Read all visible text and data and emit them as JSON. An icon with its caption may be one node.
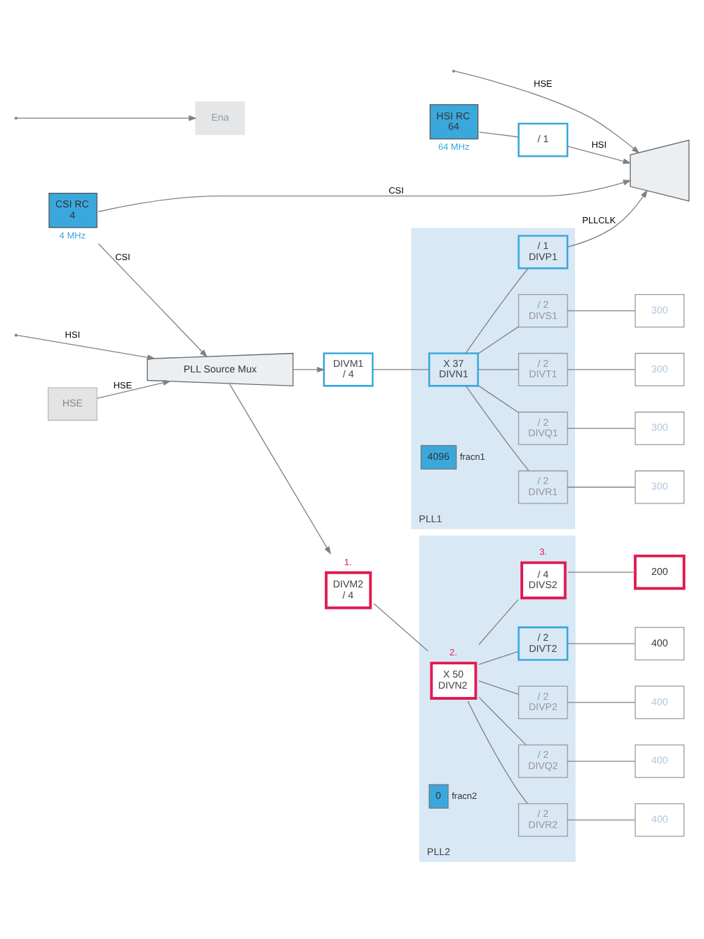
{
  "diagram": {
    "nodes": [
      {
        "text": [
          "HSI RC",
          "64"
        ],
        "beside": [
          "64 MHz"
        ]
      },
      {
        "text": [
          "/ 1"
        ]
      },
      {
        "text": [
          "CSI RC",
          "4"
        ],
        "beside": [
          "4 MHz"
        ]
      },
      {
        "text": [
          "HSE"
        ]
      },
      {
        "text": [
          "PLL Source Mux"
        ]
      },
      {
        "text": [],
        "shape": "trapezoid"
      },
      {
        "text": [
          "Ena"
        ]
      },
      {
        "text": [
          "PLL1"
        ]
      },
      {
        "text": [
          "DIVM1",
          "/ 4"
        ]
      },
      {
        "text": [
          "X 37",
          "DIVN1"
        ],
        "in": 7
      },
      {
        "text": [
          "4096"
        ],
        "beside": [
          "fracn1"
        ],
        "in": 7
      },
      {
        "text": [
          "/ 1",
          "DIVP1"
        ],
        "in": 7
      },
      {
        "text": [
          "/ 2",
          "DIVQ1"
        ],
        "in": 7
      },
      {
        "text": [
          "300"
        ]
      },
      {
        "text": [
          "/ 2",
          "DIVR1"
        ],
        "in": 7
      },
      {
        "text": [
          "300"
        ]
      },
      {
        "text": [
          "/ 2",
          "DIVS1"
        ],
        "in": 7
      },
      {
        "text": [
          "300"
        ]
      },
      {
        "text": [
          "/ 2",
          "DIVT1"
        ],
        "in": 7
      },
      {
        "text": [
          "300"
        ]
      },
      {
        "text": [
          "PLL2"
        ]
      },
      {
        "text": [
          "DIVM2",
          "/ 4"
        ],
        "beside": [
          "1."
        ]
      },
      {
        "text": [
          "X 50",
          "DIVN2"
        ],
        "beside": [
          "2."
        ],
        "in": 20
      },
      {
        "text": [
          "0"
        ],
        "beside": [
          "fracn2"
        ],
        "in": 20
      },
      {
        "text": [
          "/ 2",
          "DIVP2"
        ],
        "in": 20
      },
      {
        "text": [
          "400"
        ]
      },
      {
        "text": [
          "/ 2",
          "DIVQ2"
        ],
        "in": 20
      },
      {
        "text": [
          "400"
        ]
      },
      {
        "text": [
          "/ 2",
          "DIVR2"
        ],
        "in": 20
      },
      {
        "text": [
          "400"
        ]
      },
      {
        "text": [
          "/ 4",
          "DIVS2"
        ],
        "beside": [
          "3."
        ],
        "in": 20
      },
      {
        "text": [
          "200"
        ]
      },
      {
        "text": [
          "/ 2",
          "DIVT2"
        ],
        "in": 20
      },
      {
        "text": [
          "400"
        ]
      }
    ],
    "edges": [
      {
        "from": 0,
        "to": 1,
        "arrow": "none"
      },
      {
        "from": 1,
        "to": 5,
        "arrow": "to",
        "label": "HSI"
      },
      {
        "from": 2,
        "to": 5,
        "arrow": "to",
        "label": "CSI"
      },
      {
        "from": null,
        "to": 5,
        "arrow": "to",
        "label": "HSE"
      },
      {
        "from": 11,
        "to": 5,
        "arrow": "to",
        "label": "PLLCLK"
      },
      {
        "from": null,
        "to": 6,
        "arrow": "to"
      },
      {
        "from": null,
        "to": 4,
        "arrow": "to",
        "label": "HSI"
      },
      {
        "from": 2,
        "to": 4,
        "arrow": "to",
        "label": "CSI"
      },
      {
        "from": 3,
        "to": 4,
        "arrow": "to",
        "label": "HSE"
      },
      {
        "from": 4,
        "to": 8,
        "arrow": "to"
      },
      {
        "from": 4,
        "to": 21,
        "arrow": "to"
      },
      {
        "from": 8,
        "to": 9,
        "arrow": "none"
      },
      {
        "from": 9,
        "to": 11,
        "arrow": "none"
      },
      {
        "from": 9,
        "to": 12,
        "arrow": "none"
      },
      {
        "from": 9,
        "to": 14,
        "arrow": "none"
      },
      {
        "from": 9,
        "to": 16,
        "arrow": "none"
      },
      {
        "from": 9,
        "to": 18,
        "arrow": "none"
      },
      {
        "from": 12,
        "to": 13,
        "arrow": "none"
      },
      {
        "from": 14,
        "to": 15,
        "arrow": "none"
      },
      {
        "from": 16,
        "to": 17,
        "arrow": "none"
      },
      {
        "from": 18,
        "to": 19,
        "arrow": "none"
      },
      {
        "from": 21,
        "to": 22,
        "arrow": "none"
      },
      {
        "from": 22,
        "to": 24,
        "arrow": "none"
      },
      {
        "from": 22,
        "to": 26,
        "arrow": "none"
      },
      {
        "from": 22,
        "to": 28,
        "arrow": "none"
      },
      {
        "from": 22,
        "to": 30,
        "arrow": "none"
      },
      {
        "from": 22,
        "to": 32,
        "arrow": "none"
      },
      {
        "from": 24,
        "to": 25,
        "arrow": "none"
      },
      {
        "from": 26,
        "to": 27,
        "arrow": "none"
      },
      {
        "from": 28,
        "to": 29,
        "arrow": "none"
      },
      {
        "from": 30,
        "to": 31,
        "arrow": "none"
      },
      {
        "from": 32,
        "to": 33,
        "arrow": "none"
      }
    ]
  }
}
